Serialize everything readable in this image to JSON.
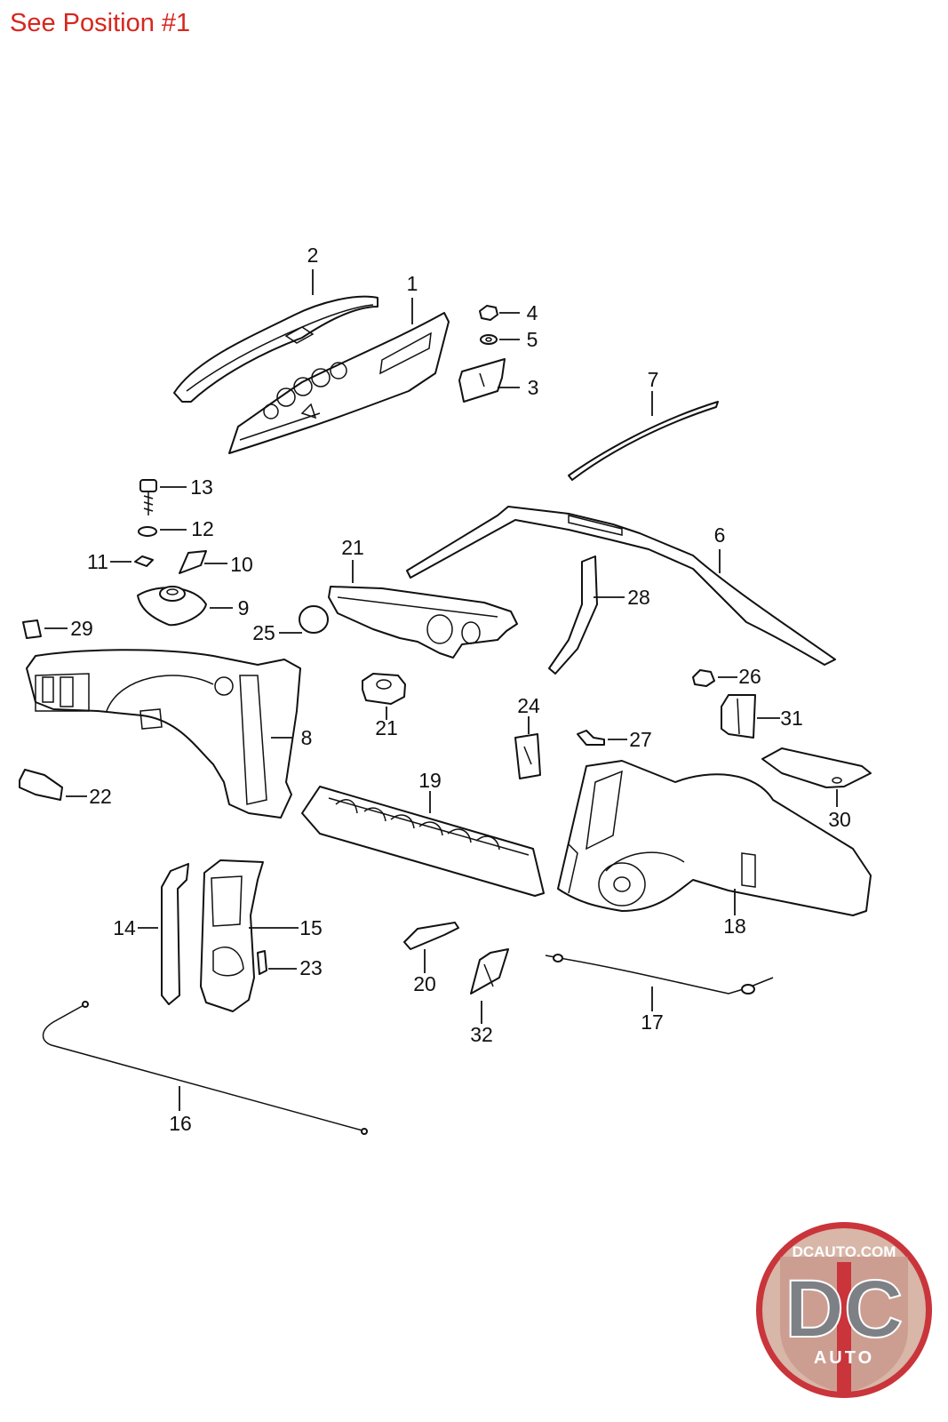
{
  "header_note": "See Position #1",
  "labels": [
    "1",
    "2",
    "3",
    "4",
    "5",
    "6",
    "7",
    "8",
    "9",
    "10",
    "11",
    "12",
    "13",
    "14",
    "15",
    "16",
    "17",
    "18",
    "19",
    "20",
    "21",
    "21",
    "22",
    "23",
    "24",
    "25",
    "26",
    "27",
    "28",
    "29",
    "30",
    "31",
    "32"
  ],
  "logo": {
    "top_text": "DCAUTO.COM",
    "main_text": "DC",
    "sub_text": "AUTO",
    "colors": {
      "ring": "#c9353a",
      "inner": "#d8b6a8",
      "letters": "#7d8186",
      "stripe": "#c9353a"
    }
  },
  "accent_color": "#d7261e"
}
